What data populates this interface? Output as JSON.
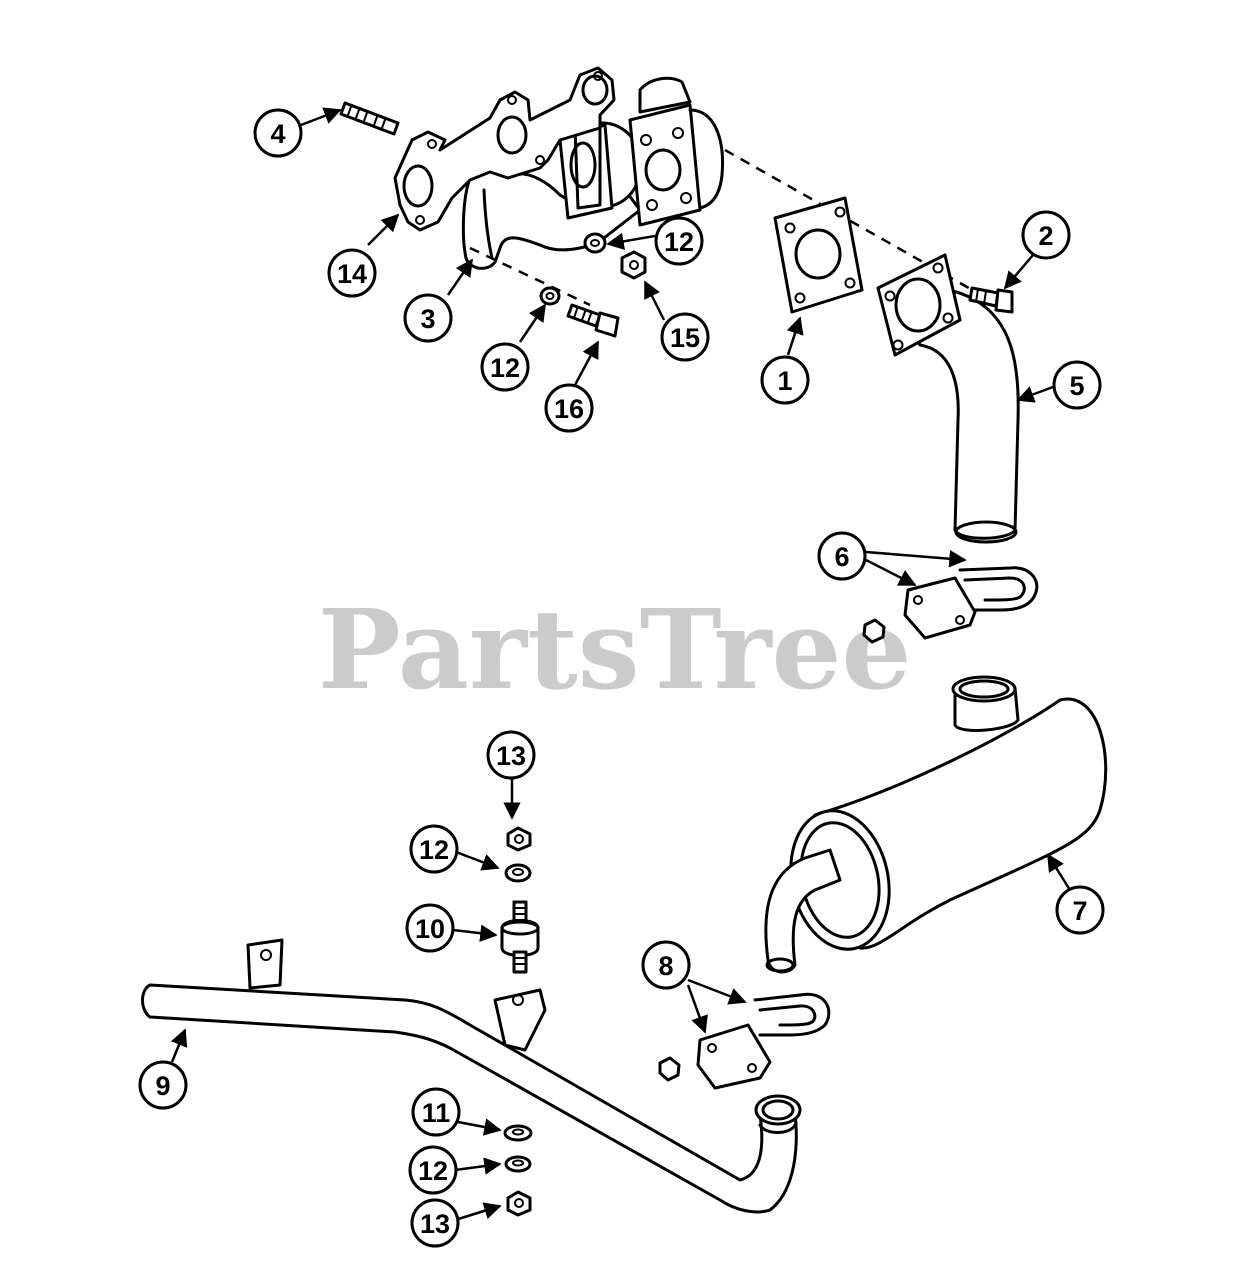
{
  "watermark": "PartsTree",
  "callouts": [
    "1",
    "2",
    "3",
    "4",
    "5",
    "6",
    "7",
    "8",
    "9",
    "10",
    "11",
    "12",
    "12",
    "12",
    "12",
    "13",
    "13",
    "14",
    "15",
    "16"
  ],
  "colors": {
    "ink": "#000000",
    "watermark": "#b9b9b9",
    "background": "#ffffff"
  }
}
